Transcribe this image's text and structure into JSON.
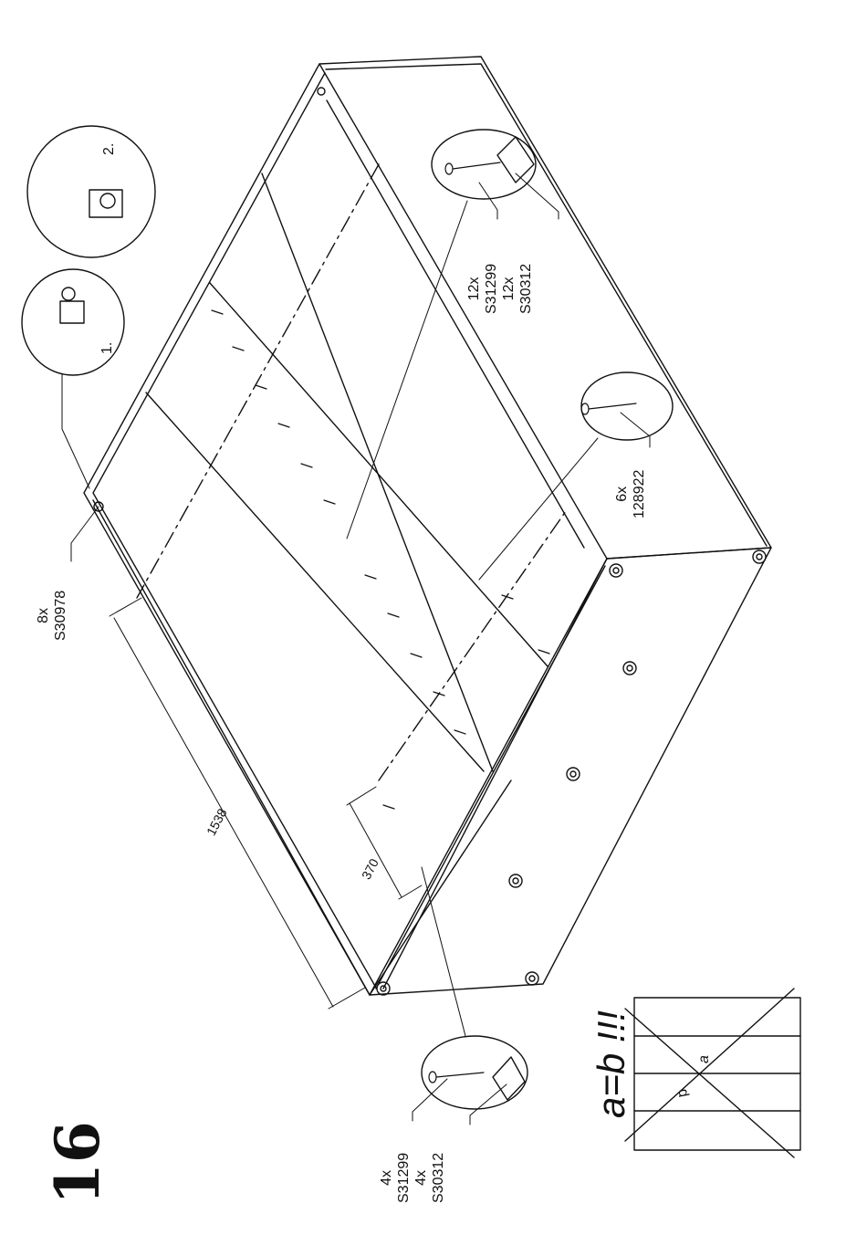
{
  "step_number": "16",
  "callouts": {
    "top_left": {
      "qty": "8x",
      "code": "S30978"
    },
    "middle_right": {
      "qty": "6x",
      "code": "128922"
    },
    "top_right": {
      "qty1": "12x",
      "code1": "S31299",
      "qty2": "12x",
      "code2": "S30312"
    },
    "bottom_left": {
      "qty1": "4x",
      "code1": "S31299",
      "qty2": "4x",
      "code2": "S30312"
    }
  },
  "detail_steps": {
    "first": "1.",
    "second": "2."
  },
  "dimensions": {
    "length": "1538",
    "spacing": "370"
  },
  "diagonal_check": {
    "text": "a=b !!!",
    "label_a": "a",
    "label_b": "b"
  }
}
